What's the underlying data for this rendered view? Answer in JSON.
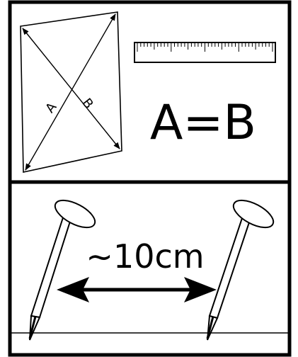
{
  "top_panel": {
    "diagonal_label_a": "A",
    "diagonal_label_b": "B",
    "equation": "A=B"
  },
  "bottom_panel": {
    "distance_label": "~10cm"
  },
  "colors": {
    "ink": "#000000",
    "paper": "#ffffff"
  }
}
